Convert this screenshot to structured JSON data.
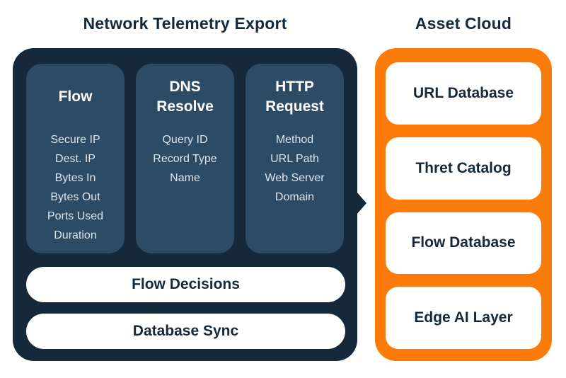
{
  "colors": {
    "background": "#ffffff",
    "panel_dark": "#15293b",
    "column_slate": "#2d4b64",
    "panel_orange": "#fb7c0a",
    "card_white": "#ffffff",
    "text_light": "#dde5ec",
    "text_dark": "#15293b"
  },
  "left_panel": {
    "title": "Network Telemetry Export",
    "columns": [
      {
        "title": "Flow",
        "items": [
          "Secure IP",
          "Dest. IP",
          "Bytes In",
          "Bytes Out",
          "Ports Used",
          "Duration"
        ]
      },
      {
        "title": "DNS Resolve",
        "items": [
          "Query ID",
          "Record Type",
          "Name"
        ]
      },
      {
        "title": "HTTP Request",
        "items": [
          "Method",
          "URL Path",
          "Web Server Domain"
        ]
      }
    ],
    "bars": [
      {
        "label": "Flow Decisions"
      },
      {
        "label": "Database Sync"
      }
    ]
  },
  "right_panel": {
    "title": "Asset Cloud",
    "boxes": [
      {
        "label": "URL Database"
      },
      {
        "label": "Thret Catalog"
      },
      {
        "label": "Flow Database"
      },
      {
        "label": "Edge AI Layer"
      }
    ]
  }
}
